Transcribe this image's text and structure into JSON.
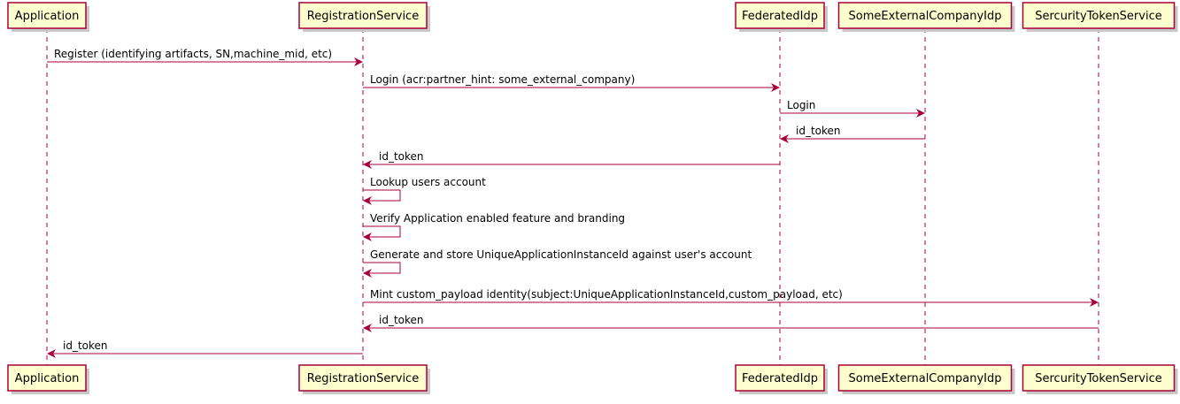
{
  "participants": [
    {
      "id": "app",
      "label": "Application"
    },
    {
      "id": "reg",
      "label": "RegistrationService"
    },
    {
      "id": "fed",
      "label": "FederatedIdp"
    },
    {
      "id": "ext",
      "label": "SomeExternalCompanyIdp"
    },
    {
      "id": "sts",
      "label": "SercurityTokenService"
    }
  ],
  "messages": [
    {
      "from": "app",
      "to": "reg",
      "label": "Register (identifying artifacts, SN,machine_mid, etc)"
    },
    {
      "from": "reg",
      "to": "fed",
      "label": "Login (acr:partner_hint: some_external_company)"
    },
    {
      "from": "fed",
      "to": "ext",
      "label": "Login"
    },
    {
      "from": "ext",
      "to": "fed",
      "label": "id_token"
    },
    {
      "from": "fed",
      "to": "reg",
      "label": "id_token"
    },
    {
      "from": "reg",
      "to": "reg",
      "label": "Lookup users account"
    },
    {
      "from": "reg",
      "to": "reg",
      "label": "Verify Application enabled feature and branding"
    },
    {
      "from": "reg",
      "to": "reg",
      "label": "Generate and store UniqueApplicationInstanceId against user's account"
    },
    {
      "from": "reg",
      "to": "sts",
      "label": "Mint custom_payload identity(subject:UniqueApplicationInstanceId,custom_payload, etc)"
    },
    {
      "from": "sts",
      "to": "reg",
      "label": "id_token"
    },
    {
      "from": "reg",
      "to": "app",
      "label": "id_token"
    }
  ],
  "colors": {
    "participant_fill": "#FEFECE",
    "participant_border": "#A80036",
    "lifeline": "#A80036",
    "arrow": "#A80036",
    "shadow": "#C8C8C8"
  }
}
